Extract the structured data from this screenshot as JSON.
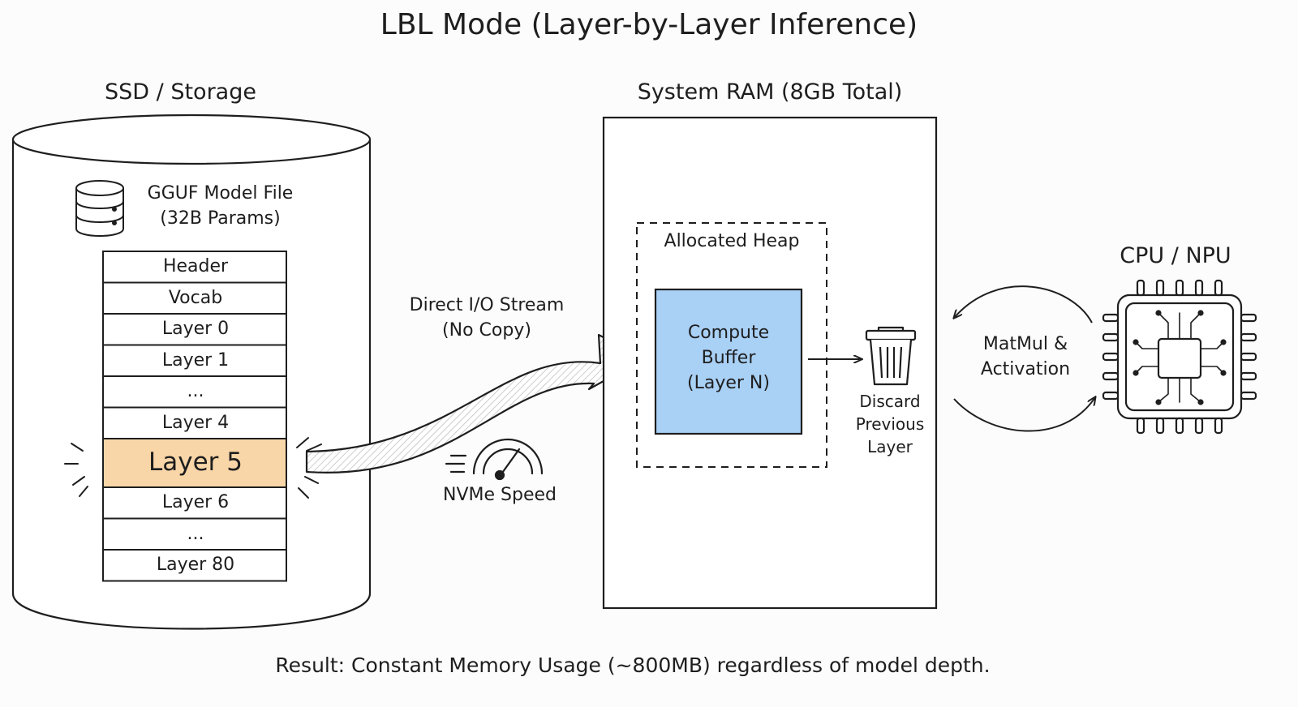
{
  "title": "LBL Mode (Layer-by-Layer Inference)",
  "storage": {
    "heading": "SSD / Storage",
    "file_label": "GGUF Model File\n(32B Params)",
    "file_icon": "database-icon",
    "rows": [
      {
        "label": "Header"
      },
      {
        "label": "Vocab"
      },
      {
        "label": "Layer 0"
      },
      {
        "label": "Layer 1"
      },
      {
        "label": "..."
      },
      {
        "label": "Layer 4"
      },
      {
        "label": "Layer 5",
        "highlighted": true
      },
      {
        "label": "Layer 6"
      },
      {
        "label": "..."
      },
      {
        "label": "Layer 80"
      }
    ],
    "highlight_color": "#f9d6a8"
  },
  "stream": {
    "label": "Direct I/O Stream\n(No Copy)",
    "speed_label": "NVMe Speed",
    "speed_icon": "speedometer-icon"
  },
  "ram": {
    "heading": "System RAM (8GB Total)",
    "heap_label": "Allocated Heap",
    "buffer_label": "Compute\nBuffer\n(Layer N)",
    "buffer_color": "#a9d0f5"
  },
  "discard": {
    "label": "Discard\nPrevious\nLayer",
    "icon": "trash-icon"
  },
  "compute": {
    "heading": "CPU / NPU",
    "loop_label": "MatMul &\nActivation",
    "icon": "chip-icon"
  },
  "footer": "Result: Constant Memory Usage (~800MB) regardless of model depth."
}
